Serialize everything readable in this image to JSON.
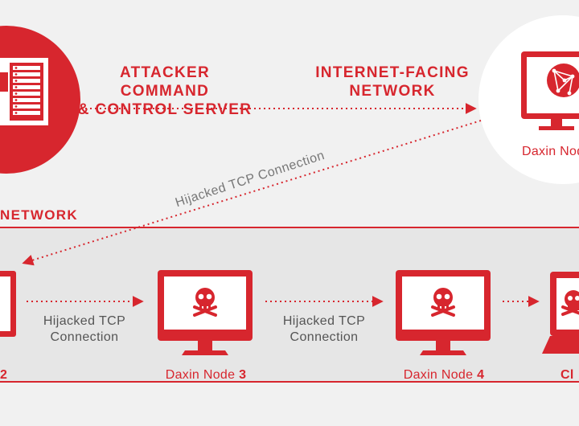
{
  "attacker_server": {
    "title_line1": "ATTACKER COMMAND",
    "title_line2": "& CONTROL SERVER",
    "icon": "server-rack-icon"
  },
  "internet_network": {
    "title_line1": "INTERNET-FACING",
    "title_line2": "NETWORK",
    "node_label": "Daxin Nod",
    "icon": "globe-monitor-icon"
  },
  "internal_network": {
    "label": "NETWORK"
  },
  "diagonal_connection": "Hijacked TCP Connection",
  "connections": [
    {
      "line1": "Hijacked TCP",
      "line2": "Connection"
    },
    {
      "line1": "Hijacked TCP",
      "line2": "Connection"
    }
  ],
  "nodes": [
    {
      "name": "",
      "number": "2",
      "icon": "monitor-icon"
    },
    {
      "name": "Daxin Node ",
      "number": "3",
      "icon": "skull-monitor-icon"
    },
    {
      "name": "Daxin Node ",
      "number": "4",
      "icon": "skull-monitor-icon"
    },
    {
      "name": "",
      "number": "Cl",
      "icon": "skull-laptop-icon"
    }
  ],
  "colors": {
    "red": "#d7262e",
    "background": "#f1f1f1",
    "panel": "#e7e7e7",
    "text_gray": "#555555"
  }
}
